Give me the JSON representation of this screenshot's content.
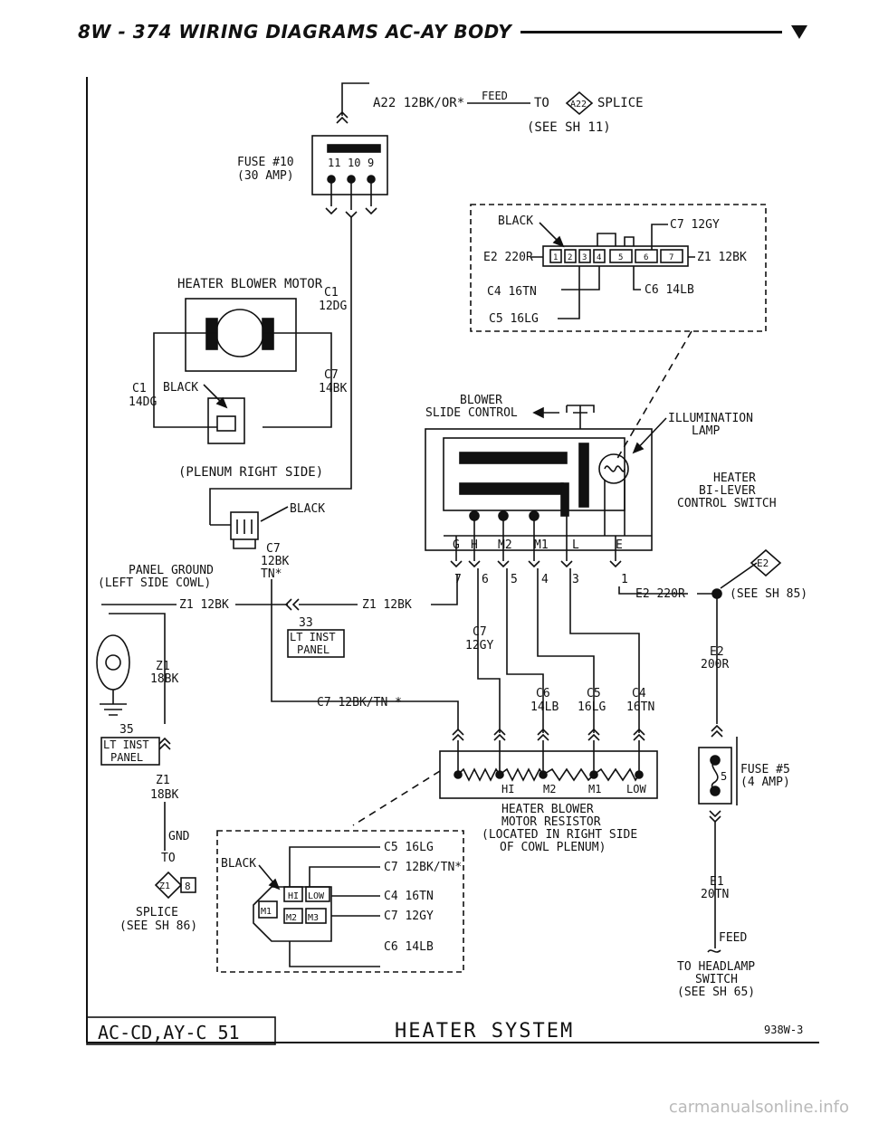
{
  "header": {
    "title": "8W - 374   WIRING DIAGRAMS AC-AY BODY"
  },
  "fuse10": {
    "label1": "FUSE #10",
    "label2": "(30 AMP)",
    "pins": [
      "11",
      "10",
      "9"
    ]
  },
  "feed_top": {
    "wire": "A22 12BK/OR*",
    "feed": "FEED",
    "to": "TO",
    "splice_id": "A22",
    "splice": "SPLICE",
    "see": "(SEE SH 11)"
  },
  "motor": {
    "title": "HEATER BLOWER MOTOR",
    "c1": "C1",
    "c1_wire": "12DG",
    "black": "BLACK",
    "c7": "C7",
    "c7_wire": "14BK",
    "c1_left": "C1",
    "c1_left_wire": "14DG"
  },
  "plenum": {
    "text": "(PLENUM RIGHT SIDE)"
  },
  "connector_black": {
    "label": "BLACK"
  },
  "ground_wire": {
    "c7": "C7",
    "wire1": "12BK",
    "wire2": "TN*"
  },
  "panel_ground": {
    "line1": "PANEL GROUND",
    "line2": "(LEFT SIDE COWL)"
  },
  "z1_main": {
    "left": "Z1 12BK",
    "right": "Z1 12BK"
  },
  "lt_inst_33": {
    "num": "33",
    "line1": "LT INST",
    "line2": "PANEL"
  },
  "lt_inst_35": {
    "num": "35",
    "line1": "LT INST",
    "line2": "PANEL"
  },
  "z1_18bk_a": {
    "line1": "Z1",
    "line2": "18BK"
  },
  "z1_18bk_b": {
    "line1": "Z1",
    "line2": "18BK"
  },
  "gnd": {
    "gnd": "GND",
    "to": "TO",
    "splice_id": "Z1",
    "splice_pin": "8",
    "splice": "SPLICE",
    "see": "(SEE SH 86)"
  },
  "c7_12bktn": {
    "label": "C7 12BK/TN *"
  },
  "switch_conn": {
    "black": "BLACK",
    "c7": "C7 12GY",
    "e2": "E2 220R",
    "z1": "Z1 12BK",
    "c4": "C4 16TN",
    "c6": "C6 14LB",
    "c5": "C5 16LG",
    "pins": [
      "1",
      "2",
      "3",
      "4",
      "5",
      "6",
      "7"
    ]
  },
  "blower_slide": {
    "line1": "BLOWER",
    "line2": "SLIDE CONTROL"
  },
  "illumination": {
    "line1": "ILLUMINATION",
    "line2": "LAMP"
  },
  "switch_label": {
    "line1": "HEATER",
    "line2": "BI-LEVER",
    "line3": "CONTROL SWITCH"
  },
  "switch_terms": [
    "G",
    "H",
    "M2",
    "M1",
    "L",
    "E"
  ],
  "switch_pins": [
    "7",
    "6",
    "5",
    "4",
    "3",
    "1"
  ],
  "e2_splice": {
    "wire": "E2 220R",
    "id": "E2",
    "see": "(SEE SH 85)"
  },
  "e2_200r": {
    "line1": "E2",
    "line2": "200R"
  },
  "c7_12gy": {
    "line1": "C7",
    "line2": "12GY"
  },
  "resistor_wires": {
    "c6": "C6",
    "c6w": "14LB",
    "c5": "C5",
    "c5w": "16LG",
    "c4": "C4",
    "c4w": "16TN"
  },
  "resistor": {
    "hi": "HI",
    "m2": "M2",
    "m1": "M1",
    "low": "LOW",
    "line1": "HEATER BLOWER",
    "line2": "MOTOR RESISTOR",
    "line3": "(LOCATED IN RIGHT SIDE",
    "line4": "OF COWL PLENUM)"
  },
  "fuse5": {
    "pin": "5",
    "line1": "FUSE #5",
    "line2": "(4 AMP)"
  },
  "e1": {
    "line1": "E1",
    "line2": "20TN",
    "feed": "FEED"
  },
  "headlamp": {
    "line1": "TO HEADLAMP",
    "line2": "SWITCH",
    "line3": "(SEE SH 65)"
  },
  "resistor_conn": {
    "black": "BLACK",
    "c5": "C5 16LG",
    "c7tn": "C7 12BK/TN*",
    "c4": "C4 16TN",
    "c7gy": "C7 12GY",
    "c6": "C6 14LB",
    "hi": "HI",
    "low": "LOW",
    "m1": "M1",
    "m2": "M2",
    "m3": "M3"
  },
  "footer": {
    "code": "AC-CD,AY-C 51",
    "system": "HEATER SYSTEM",
    "fig": "938W-3"
  },
  "watermark": "carmanualsonline.info"
}
